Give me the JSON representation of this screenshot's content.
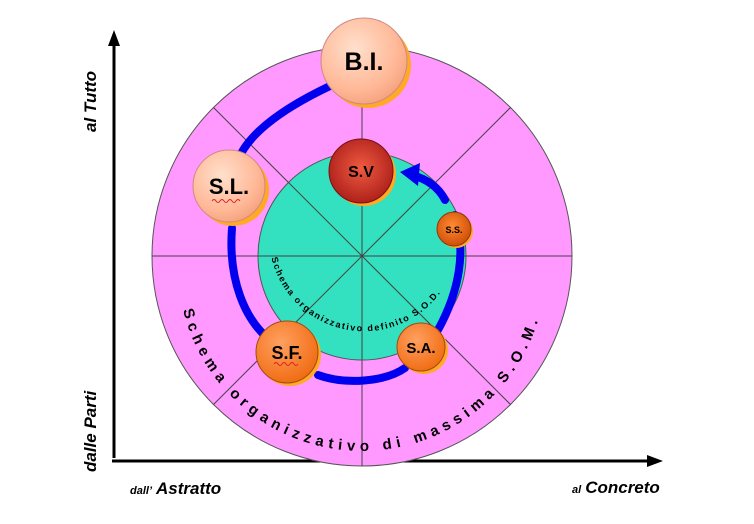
{
  "axes": {
    "y_top": "al Tutto",
    "y_bottom": "dalle Parti",
    "x_left_prefix": "dall’",
    "x_left": "Astratto",
    "x_right_prefix": "al",
    "x_right": "Concreto"
  },
  "rings": {
    "outer_label": "Schema organizzativo di massima S.O.M.",
    "inner_label": "Schema organizzativo definito S.O.D."
  },
  "nodes": {
    "bi": "B.I.",
    "sl": "S.L.",
    "sf": "S.F.",
    "sv": "S.V",
    "ss": "S.S.",
    "sa": "S.A."
  },
  "colors": {
    "outer_ring": "#ff99ff",
    "inner_circle": "#33e0c0",
    "arc": "#0000ff",
    "peach_node": "#ffbb99",
    "orange_node": "#ff7722",
    "red_node": "#cc3322",
    "shadow": "#ffaa22"
  }
}
